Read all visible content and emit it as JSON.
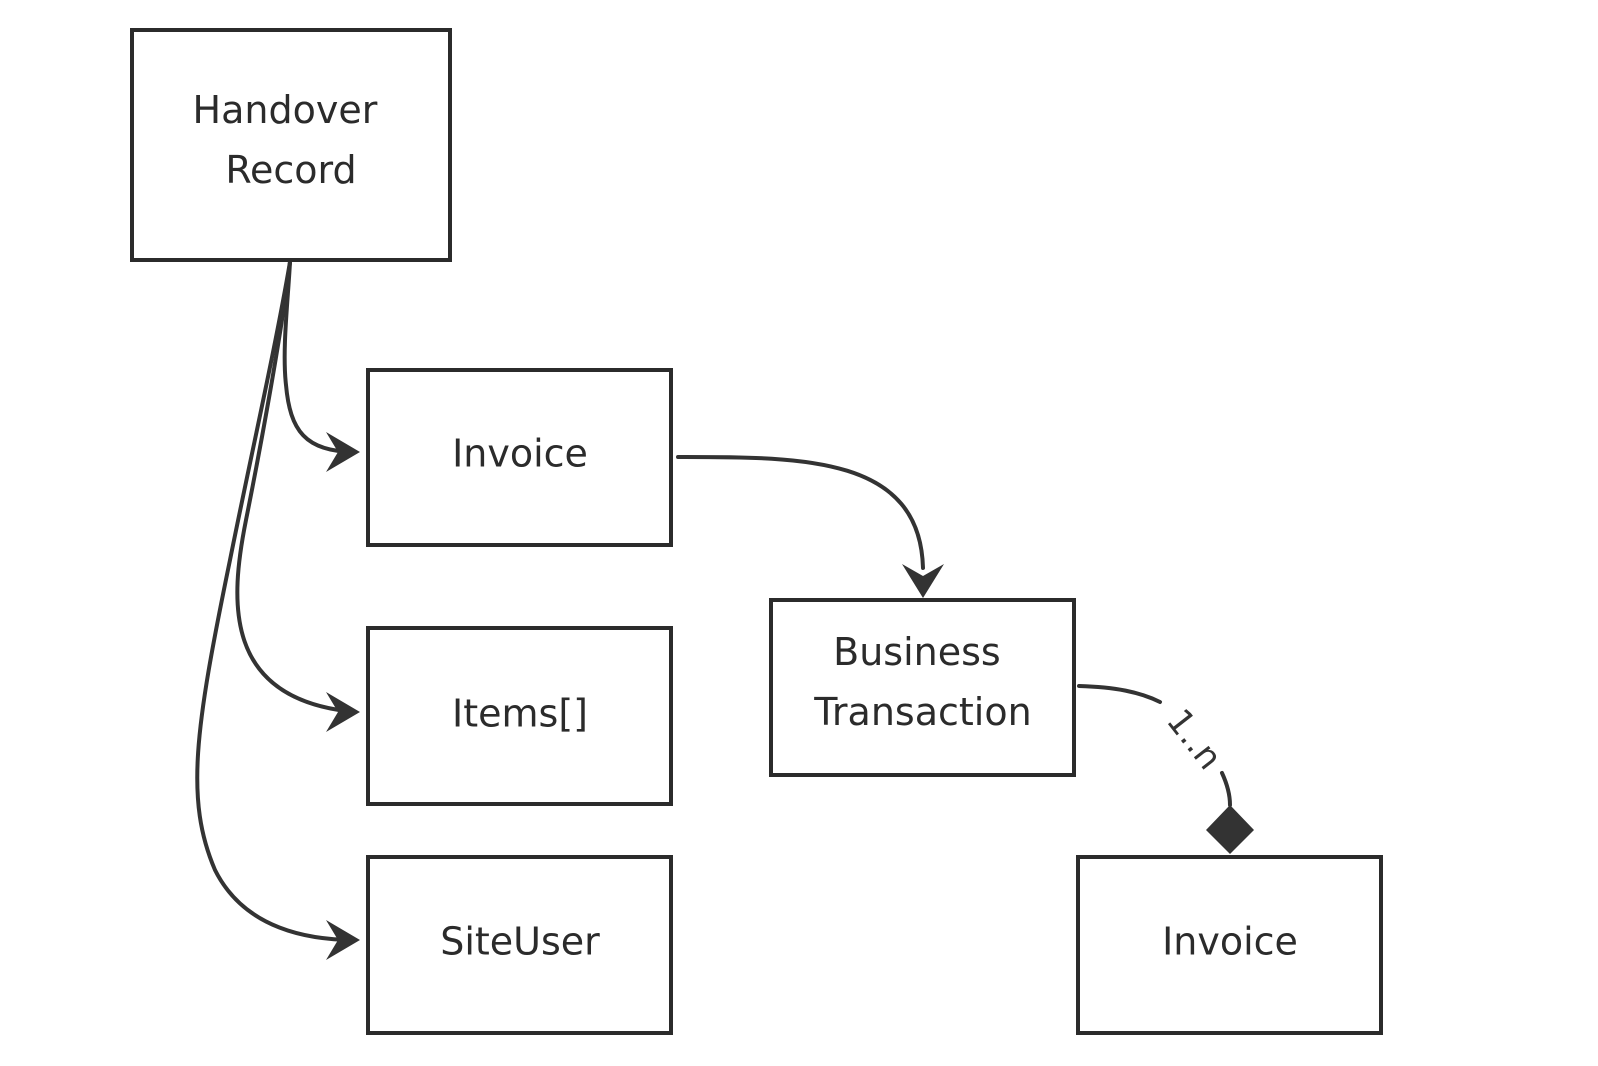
{
  "nodes": {
    "handover_record": [
      "Handover",
      "Record"
    ],
    "invoice_top": [
      "Invoice"
    ],
    "items": [
      "Items[]"
    ],
    "site_user": [
      "SiteUser"
    ],
    "business_transaction": [
      "Business",
      "Transaction"
    ],
    "invoice_bottom": [
      "Invoice"
    ]
  },
  "edges": {
    "business_to_invoice_label": "1..n"
  },
  "colors": {
    "stroke": "#2b2b2b",
    "arrow": "#333333",
    "background": "#ffffff"
  }
}
